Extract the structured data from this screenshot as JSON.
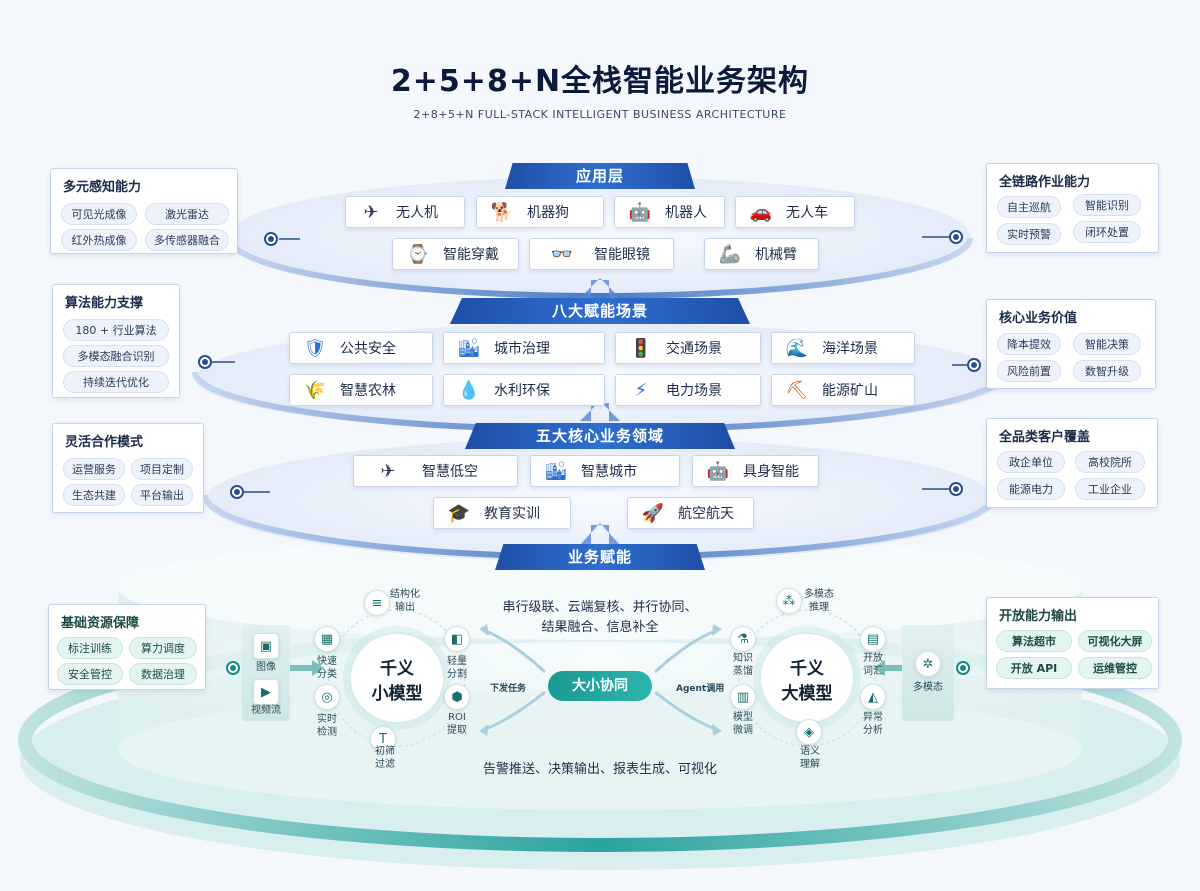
{
  "title": "2+5+8+N全栈智能业务架构",
  "subtitle": "2+8+5+N FULL-STACK INTELLIGENT BUSINESS ARCHITECTURE",
  "layers": {
    "application": {
      "label": "应用层",
      "items": [
        {
          "label": "无人机",
          "icon": "drone-icon"
        },
        {
          "label": "机器狗",
          "icon": "robot-dog-icon"
        },
        {
          "label": "机器人",
          "icon": "robot-icon"
        },
        {
          "label": "无人车",
          "icon": "car-icon"
        },
        {
          "label": "智能穿戴",
          "icon": "watch-icon"
        },
        {
          "label": "智能眼镜",
          "icon": "glasses-icon"
        },
        {
          "label": "机械臂",
          "icon": "robot-arm-icon"
        }
      ]
    },
    "scenarios": {
      "label": "八大赋能场景",
      "items": [
        {
          "label": "公共安全",
          "icon": "shield-icon"
        },
        {
          "label": "城市治理",
          "icon": "city-icon"
        },
        {
          "label": "交通场景",
          "icon": "traffic-icon"
        },
        {
          "label": "海洋场景",
          "icon": "ocean-icon"
        },
        {
          "label": "智慧农林",
          "icon": "farm-icon"
        },
        {
          "label": "水利环保",
          "icon": "dam-icon"
        },
        {
          "label": "电力场景",
          "icon": "power-icon"
        },
        {
          "label": "能源矿山",
          "icon": "mine-icon"
        }
      ]
    },
    "domains": {
      "label": "五大核心业务领域",
      "items": [
        {
          "label": "智慧低空",
          "icon": "drone-icon"
        },
        {
          "label": "智慧城市",
          "icon": "city-icon"
        },
        {
          "label": "具身智能",
          "icon": "robot-icon"
        },
        {
          "label": "教育实训",
          "icon": "graduation-cap-icon"
        },
        {
          "label": "航空航天",
          "icon": "rocket-icon"
        }
      ]
    },
    "enablement": {
      "label": "业务赋能",
      "small_model": {
        "line1": "千义",
        "line2": "小模型"
      },
      "large_model": {
        "line1": "千义",
        "line2": "大模型"
      },
      "center": "大小协同",
      "left_arrow_label": "下发任务",
      "right_arrow_label": "Agent调用",
      "top_text_line1": "串行级联、云端复核、并行协同、",
      "top_text_line2": "结果融合、信息补全",
      "bottom_text": "告警推送、决策输出、报表生成、可视化",
      "left_inputs": [
        {
          "label": "图像",
          "icon": "image-icon"
        },
        {
          "label": "视频流",
          "icon": "video-icon"
        }
      ],
      "right_input": {
        "label": "多模态",
        "icon": "multimodal-icon"
      },
      "small_nodes": [
        {
          "label": "结构化\n输出",
          "icon": "layers-icon"
        },
        {
          "label": "快速\n分类",
          "icon": "classify-icon"
        },
        {
          "label": "轻量\n分割",
          "icon": "split-icon"
        },
        {
          "label": "实时\n检测",
          "icon": "detect-icon"
        },
        {
          "label": "ROI\n提取",
          "icon": "roi-icon"
        },
        {
          "label": "初筛\n过滤",
          "icon": "filter-icon"
        }
      ],
      "large_nodes": [
        {
          "label": "多模态\n推理",
          "icon": "reasoning-icon"
        },
        {
          "label": "知识\n蒸馏",
          "icon": "flask-icon"
        },
        {
          "label": "开放\n词汇",
          "icon": "book-icon"
        },
        {
          "label": "模型\n微调",
          "icon": "tune-icon"
        },
        {
          "label": "异常\n分析",
          "icon": "chart-icon"
        },
        {
          "label": "语义\n理解",
          "icon": "semantic-icon"
        }
      ]
    }
  },
  "side_boxes": {
    "perception": {
      "title": "多元感知能力",
      "tags": [
        "可见光成像",
        "激光雷达",
        "红外热成像",
        "多传感器融合"
      ]
    },
    "algorithm": {
      "title": "算法能力支撑",
      "tags": [
        "180 + 行业算法",
        "多模态融合识别",
        "持续迭代优化"
      ]
    },
    "cooperation": {
      "title": "灵活合作模式",
      "tags": [
        "运营服务",
        "项目定制",
        "生态共建",
        "平台输出"
      ]
    },
    "resources": {
      "title": "基础资源保障",
      "tags": [
        "标注训练",
        "算力调度",
        "安全管控",
        "数据治理"
      ]
    },
    "fullchain": {
      "title": "全链路作业能力",
      "tags": [
        "自主巡航",
        "智能识别",
        "实时预警",
        "闭环处置"
      ]
    },
    "value": {
      "title": "核心业务价值",
      "tags": [
        "降本提效",
        "智能决策",
        "风险前置",
        "数智升级"
      ]
    },
    "customers": {
      "title": "全品类客户覆盖",
      "tags": [
        "政企单位",
        "高校院所",
        "能源电力",
        "工业企业"
      ]
    },
    "open": {
      "title": "开放能力输出",
      "tags": [
        "算法超市",
        "可视化大屏",
        "开放 API",
        "运维管控"
      ]
    }
  },
  "colors": {
    "primary_blue": "#2f6fd0",
    "teal": "#1b9a94",
    "dark_text": "#0b1a3a"
  }
}
